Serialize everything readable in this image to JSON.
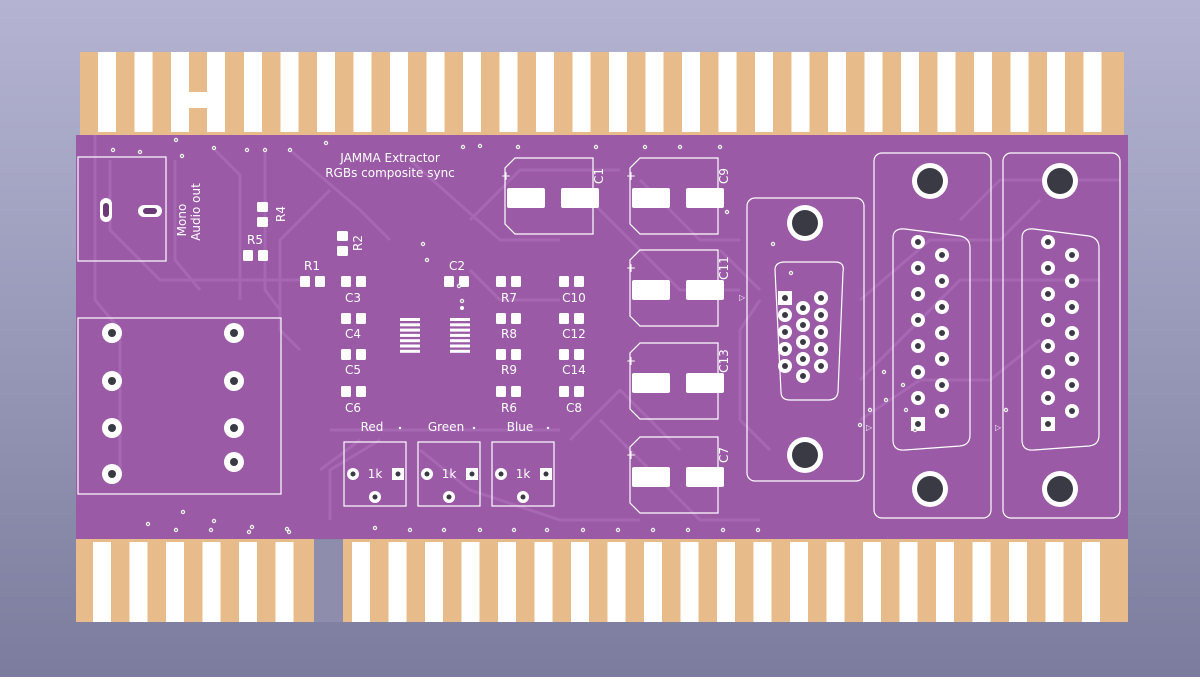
{
  "colors": {
    "bg_top": "#b4b4d2",
    "bg_bottom": "#7c7c9e",
    "board": "#9a5aa6",
    "board_edge": "#8a4c97",
    "trace": "#a86ab4",
    "gold": "#e8bc8a",
    "pad_white": "#ffffff",
    "silk": "#ffffff"
  },
  "board": {
    "title_line1": "JAMMA Extractor",
    "title_line2": "RGBs composite sync",
    "audio_label_line1": "Mono",
    "audio_label_line2": "Audio out"
  },
  "components": {
    "resistors": [
      "R1",
      "R2",
      "R4",
      "R5",
      "R6",
      "R7",
      "R8",
      "R9"
    ],
    "capacitors": [
      "C2",
      "C3",
      "C4",
      "C5",
      "C6",
      "C8",
      "C10",
      "C12",
      "C14"
    ],
    "electrolytics": [
      "C1",
      "C9",
      "C11",
      "C13",
      "C7"
    ],
    "polarity_mark": "+",
    "pots": [
      {
        "label": "Red",
        "value": "1k"
      },
      {
        "label": "Green",
        "value": "1k"
      },
      {
        "label": "Blue",
        "value": "1k"
      }
    ]
  },
  "connectors": [
    "vga-db15-hd",
    "db15-left",
    "db15-right",
    "edge-connector"
  ]
}
